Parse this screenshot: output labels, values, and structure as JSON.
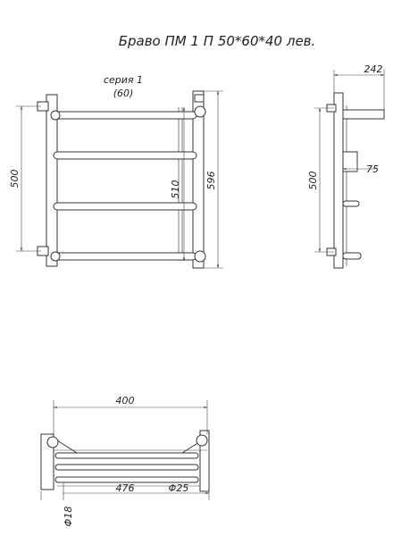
{
  "title": "Браво ПМ 1 П 50*60*40 лев.",
  "series_label": {
    "line1": "серия 1",
    "line2": "(60)"
  },
  "front_view": {
    "height_overall": "500",
    "height_inner": "510",
    "height_total": "596"
  },
  "side_view": {
    "depth": "242",
    "height": "500",
    "shelf_offset": "75"
  },
  "top_view": {
    "width": "400",
    "width_total": "476",
    "pipe_diameter": "Φ25",
    "connector_diameter": "Φ18"
  }
}
